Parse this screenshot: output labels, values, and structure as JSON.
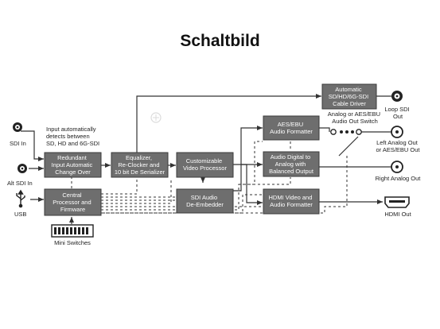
{
  "title": "Schaltbild",
  "inputs": {
    "sdi_in": "SDI In",
    "alt_sdi_in": "Alt SDI In",
    "usb": "USB",
    "auto_detect_note": [
      "Input automatically",
      "detects between",
      "SD, HD and 6G-SDI"
    ],
    "mini_switches": "Mini Switches"
  },
  "blocks": {
    "redundant": [
      "Redundant",
      "Input Automatic",
      "Change Over"
    ],
    "central": [
      "Central",
      "Processor and",
      "Firmware"
    ],
    "equalizer": [
      "Equalizer,",
      "Re-Clocker and",
      "10 bit De Serializer"
    ],
    "video_processor": [
      "Customizable",
      "Video Processor"
    ],
    "deembedder": [
      "SDI Audio",
      "De-Embedder"
    ],
    "aes_formatter": [
      "AES/EBU",
      "Audio Formatter"
    ],
    "analog_converter": [
      "Audio Digital to",
      "Analog with",
      "Balanced Output"
    ],
    "hdmi_formatter": [
      "HDMI Video and",
      "Audio Formatter"
    ],
    "cable_driver": [
      "Automatic",
      "SD/HD/6G-SDI",
      "Cable Driver"
    ]
  },
  "outputs": {
    "switch_label": [
      "Analog or AES/EBU",
      "Audio Out Switch"
    ],
    "loop_sdi": [
      "Loop SDI",
      "Out"
    ],
    "left_analog": [
      "Left Analog Out",
      "or AES/EBU Out"
    ],
    "right_analog": "Right Analog Out",
    "hdmi_out": "HDMI Out"
  },
  "colors": {
    "block_fill": "#6e6e6e",
    "block_stroke": "#3a3a3a",
    "line": "#333333",
    "text": "#222222"
  }
}
